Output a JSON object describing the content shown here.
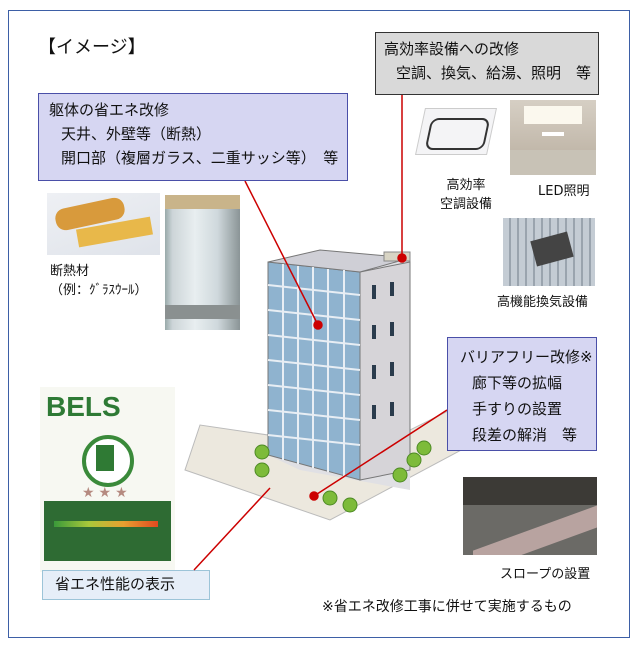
{
  "title": "【イメージ】",
  "envelope_box": {
    "heading": "躯体の省エネ改修",
    "lines": [
      "天井、外壁等（断熱）",
      "開口部（複層ガラス、二重サッシ等）　等"
    ]
  },
  "insulation_label": [
    "断熱材",
    "（例：ｸﾞﾗｽｳｰﾙ）"
  ],
  "equipment_box": {
    "heading": "高効率設備への改修",
    "lines": [
      "空調、換気、給湯、照明　等"
    ]
  },
  "equipment_labels": {
    "ac": [
      "高効率",
      "空調設備"
    ],
    "led": "LED照明",
    "ventilation": "高機能換気設備"
  },
  "barrier_box": {
    "heading": "バリアフリー改修※",
    "lines": [
      "廊下等の拡幅",
      "手すりの設置",
      "段差の解消　等"
    ]
  },
  "slope_label": "スロープの設置",
  "bels": {
    "logo": "BELS",
    "label": "省エネ性能の表示"
  },
  "footnote": "※省エネ改修工事に併せて実施するもの",
  "colors": {
    "frame": "#3d5fa6",
    "leader": "#cc0000",
    "box_fill": "#d6d6f2"
  }
}
